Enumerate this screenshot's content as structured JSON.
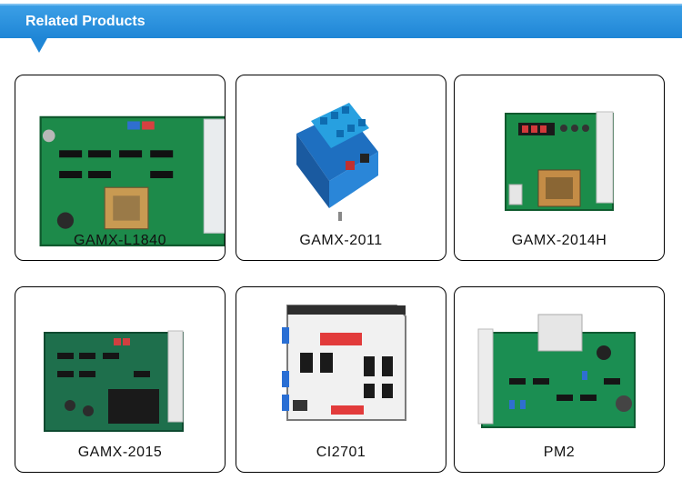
{
  "section": {
    "title": "Related Products"
  },
  "colors": {
    "header": "#1f86d6",
    "pcb_green": "#1d8a4a",
    "pcb_dark": "#1b5e3a",
    "terminal_blue": "#1e88d0"
  },
  "products": [
    {
      "name": "GAMX-L1840",
      "image_icon": "pcb-board-icon"
    },
    {
      "name": "GAMX-2011",
      "image_icon": "din-rail-module-icon"
    },
    {
      "name": "GAMX-2014H",
      "image_icon": "pcb-board-display-icon"
    },
    {
      "name": "GAMX-2015",
      "image_icon": "pcb-board-icon"
    },
    {
      "name": "CI2701",
      "image_icon": "control-card-icon"
    },
    {
      "name": "PM2",
      "image_icon": "pcb-board-icon"
    }
  ]
}
